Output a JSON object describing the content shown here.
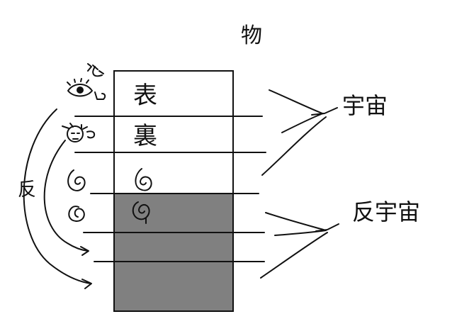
{
  "title": "物",
  "column": {
    "row_labels": [
      "表",
      "裏",
      "",
      ""
    ],
    "shade_color": "#808080",
    "line_color": "#111111"
  },
  "right_labels": {
    "upper": "宇宙",
    "lower": "反宇宙"
  },
  "left_label": "反",
  "icons": {
    "top_small": "squiggle-ho-glyph",
    "eye": "eye-icon",
    "eye_suffix": "squiggle-glyph",
    "face": "face-icon",
    "face_suffix": "squiggle-glyph",
    "spiral_white_left": "spiral-icon",
    "spiral_white_column": "spiral-icon",
    "spiral_shaded_left": "spiral-icon",
    "spiral_shaded_column": "spiral-icon"
  }
}
